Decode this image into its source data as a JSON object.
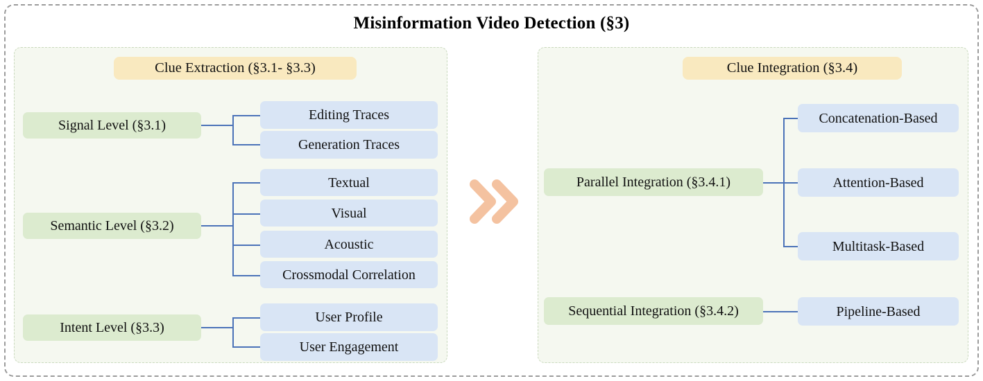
{
  "figure": {
    "title": "Misinformation Video Detection (§3)"
  },
  "colors": {
    "header_box": "#f9e9bf",
    "category_box": "#dcebcf",
    "leaf_box": "#d9e5f5",
    "connector": "#4a72b8",
    "arrow": "#f4c2a0",
    "panel_background": "#f5f8f0",
    "frame_border": "#9b9b9b"
  },
  "left_panel": {
    "header": "Clue Extraction (§3.1- §3.3)",
    "groups": [
      {
        "category": "Signal Level (§3.1)",
        "leaves": [
          "Editing Traces",
          "Generation Traces"
        ]
      },
      {
        "category": "Semantic Level (§3.2)",
        "leaves": [
          "Textual",
          "Visual",
          "Acoustic",
          "Crossmodal Correlation"
        ]
      },
      {
        "category": "Intent Level (§3.3)",
        "leaves": [
          "User Profile",
          "User Engagement"
        ]
      }
    ]
  },
  "connector_arrow": {
    "icon": "double-chevron-right-icon"
  },
  "right_panel": {
    "header": "Clue Integration (§3.4)",
    "groups": [
      {
        "category": "Parallel Integration (§3.4.1)",
        "leaves": [
          "Concatenation-Based",
          "Attention-Based",
          "Multitask-Based"
        ]
      },
      {
        "category": "Sequential Integration (§3.4.2)",
        "leaves": [
          "Pipeline-Based"
        ]
      }
    ]
  }
}
